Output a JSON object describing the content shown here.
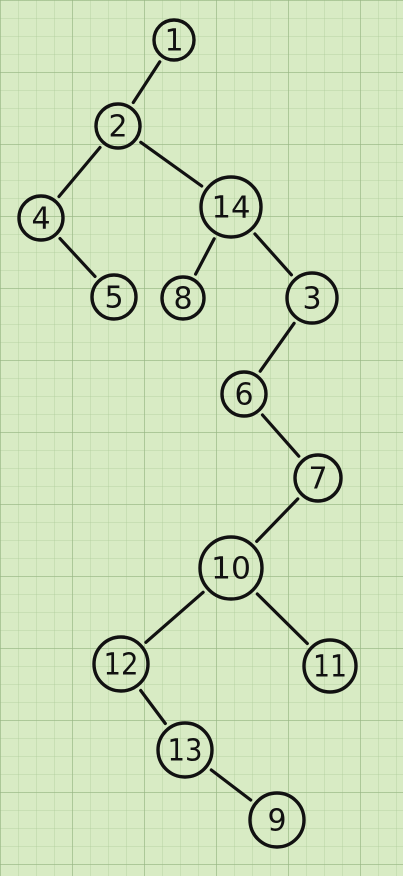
{
  "tree": {
    "nodes": [
      {
        "id": "n1",
        "label": "1"
      },
      {
        "id": "n2",
        "label": "2"
      },
      {
        "id": "n4",
        "label": "4"
      },
      {
        "id": "n14",
        "label": "14"
      },
      {
        "id": "n5",
        "label": "5"
      },
      {
        "id": "n8",
        "label": "8"
      },
      {
        "id": "n3",
        "label": "3"
      },
      {
        "id": "n6",
        "label": "6"
      },
      {
        "id": "n7",
        "label": "7"
      },
      {
        "id": "n10",
        "label": "10"
      },
      {
        "id": "n12",
        "label": "12"
      },
      {
        "id": "n11",
        "label": "11"
      },
      {
        "id": "n13",
        "label": "13"
      },
      {
        "id": "n9",
        "label": "9"
      }
    ],
    "edges": [
      [
        "n1",
        "n2"
      ],
      [
        "n2",
        "n4"
      ],
      [
        "n2",
        "n14"
      ],
      [
        "n4",
        "n5"
      ],
      [
        "n14",
        "n8"
      ],
      [
        "n14",
        "n3"
      ],
      [
        "n3",
        "n6"
      ],
      [
        "n6",
        "n7"
      ],
      [
        "n7",
        "n10"
      ],
      [
        "n10",
        "n12"
      ],
      [
        "n10",
        "n11"
      ],
      [
        "n12",
        "n13"
      ],
      [
        "n13",
        "n9"
      ]
    ]
  }
}
